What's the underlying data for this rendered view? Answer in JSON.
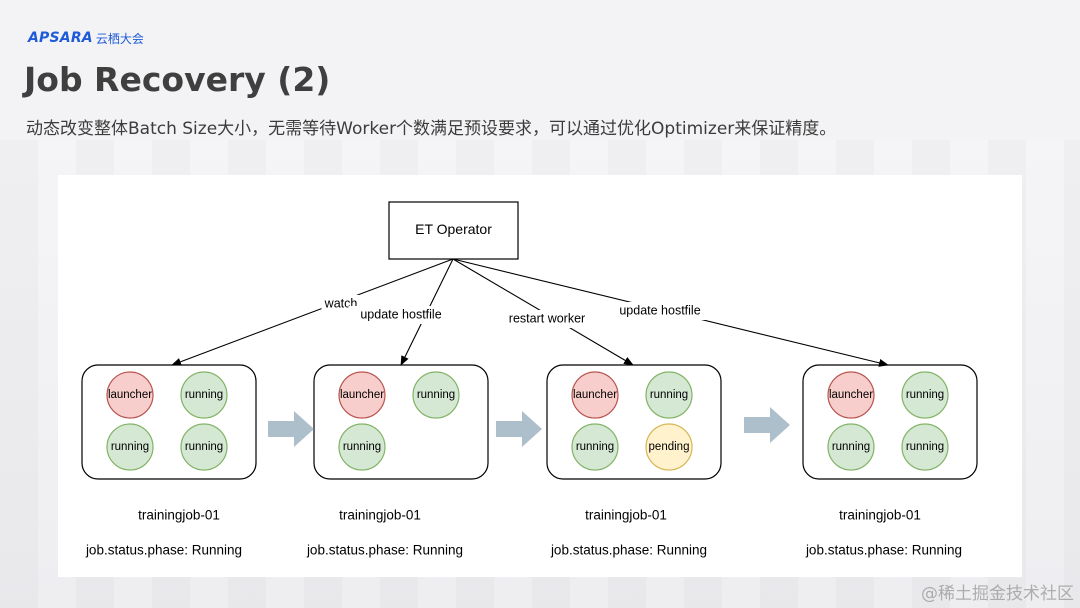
{
  "header": {
    "logo_text": "APSARA",
    "logo_sub": "云栖大会",
    "title": "Job Recovery (2)",
    "subtitle": "动态改变整体Batch Size大小，无需等待Worker个数满足预设要求，可以通过优化Optimizer来保证精度。"
  },
  "diagram": {
    "operator": "ET Operator",
    "edges": [
      {
        "label": "watch"
      },
      {
        "label": "update hostfile"
      },
      {
        "label": "restart worker"
      },
      {
        "label": "update hostfile"
      }
    ],
    "jobs": [
      {
        "name": "trainingjob-01",
        "status": "job.status.phase: Running",
        "pods": [
          {
            "label": "launcher",
            "state": "launcher"
          },
          {
            "label": "running",
            "state": "running"
          },
          {
            "label": "running",
            "state": "running"
          },
          {
            "label": "running",
            "state": "running"
          }
        ]
      },
      {
        "name": "trainingjob-01",
        "status": "job.status.phase: Running",
        "pods": [
          {
            "label": "launcher",
            "state": "launcher"
          },
          {
            "label": "running",
            "state": "running"
          },
          {
            "label": "running",
            "state": "running"
          }
        ]
      },
      {
        "name": "trainingjob-01",
        "status": "job.status.phase: Running",
        "pods": [
          {
            "label": "launcher",
            "state": "launcher"
          },
          {
            "label": "running",
            "state": "running"
          },
          {
            "label": "running",
            "state": "running"
          },
          {
            "label": "pending",
            "state": "pending"
          }
        ]
      },
      {
        "name": "trainingjob-01",
        "status": "job.status.phase: Running",
        "pods": [
          {
            "label": "launcher",
            "state": "launcher"
          },
          {
            "label": "running",
            "state": "running"
          },
          {
            "label": "running",
            "state": "running"
          },
          {
            "label": "running",
            "state": "running"
          }
        ]
      }
    ],
    "colors": {
      "launcher_fill": "#f8cecc",
      "launcher_stroke": "#b85450",
      "running_fill": "#d5e8d4",
      "running_stroke": "#82b366",
      "pending_fill": "#fff2cc",
      "pending_stroke": "#d6b656",
      "transition_arrow": "#aebfcc"
    }
  },
  "watermark": "@稀土掘金技术社区"
}
